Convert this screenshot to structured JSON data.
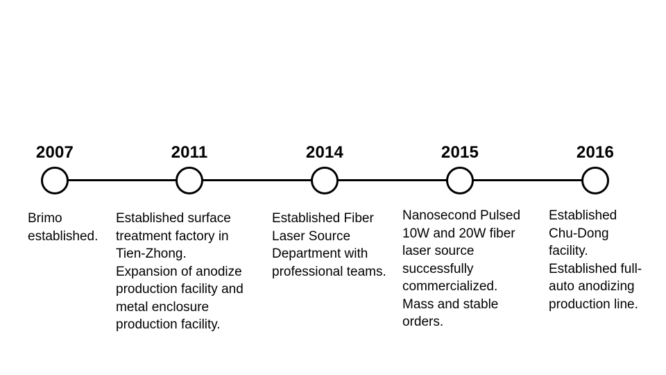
{
  "milestones": [
    {
      "year": "2007",
      "description": "Brimo\nestablished."
    },
    {
      "year": "2011",
      "description": "Established surface\ntreatment factory in\nTien-Zhong.\nExpansion of anodize\nproduction facility and\nmetal enclosure\nproduction facility."
    },
    {
      "year": "2014",
      "description": "Established Fiber\nLaser Source\nDepartment with\nprofessional teams."
    },
    {
      "year": "2015",
      "description": "Nanosecond Pulsed\n10W and 20W fiber\nlaser source\nsuccessfully\ncommercialized.\nMass and stable\norders."
    },
    {
      "year": "2016",
      "description": "Established\nChu-Dong\nfacility.\nEstablished full-\nauto anodizing\nproduction line."
    }
  ]
}
